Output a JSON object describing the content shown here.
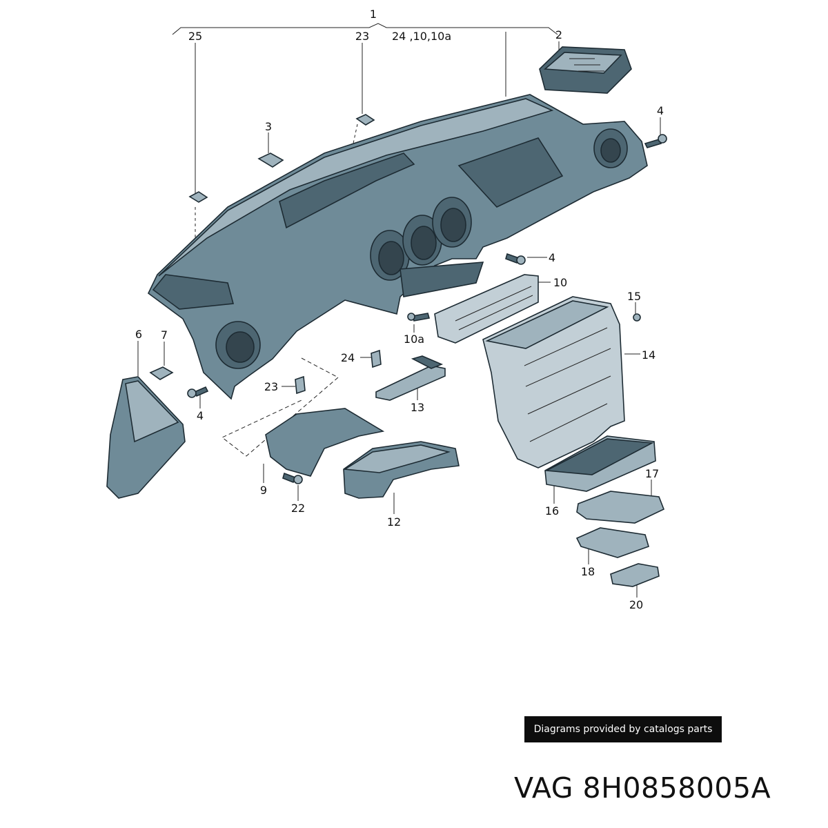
{
  "diagram": {
    "callouts": {
      "c1": "1",
      "c25": "25",
      "c23_top": "23",
      "c24_group": "24 ,10,10a",
      "c2": "2",
      "c3": "3",
      "c4_right": "4",
      "c4_mid": "4",
      "c10": "10",
      "c15": "15",
      "c10a": "10a",
      "c14": "14",
      "c24": "24",
      "c6": "6",
      "c7": "7",
      "c23_low": "23",
      "c4_left": "4",
      "c13": "13",
      "c17": "17",
      "c9": "9",
      "c22": "22",
      "c16": "16",
      "c12": "12",
      "c18": "18",
      "c20": "20"
    },
    "colors": {
      "part_fill": "#6f8b98",
      "part_light": "#9fb3bd",
      "part_dark": "#4d6672",
      "frame_fill": "#c2cfd6"
    }
  },
  "credit": "Diagrams provided by catalogs parts",
  "part_number": "VAG 8H0858005A"
}
